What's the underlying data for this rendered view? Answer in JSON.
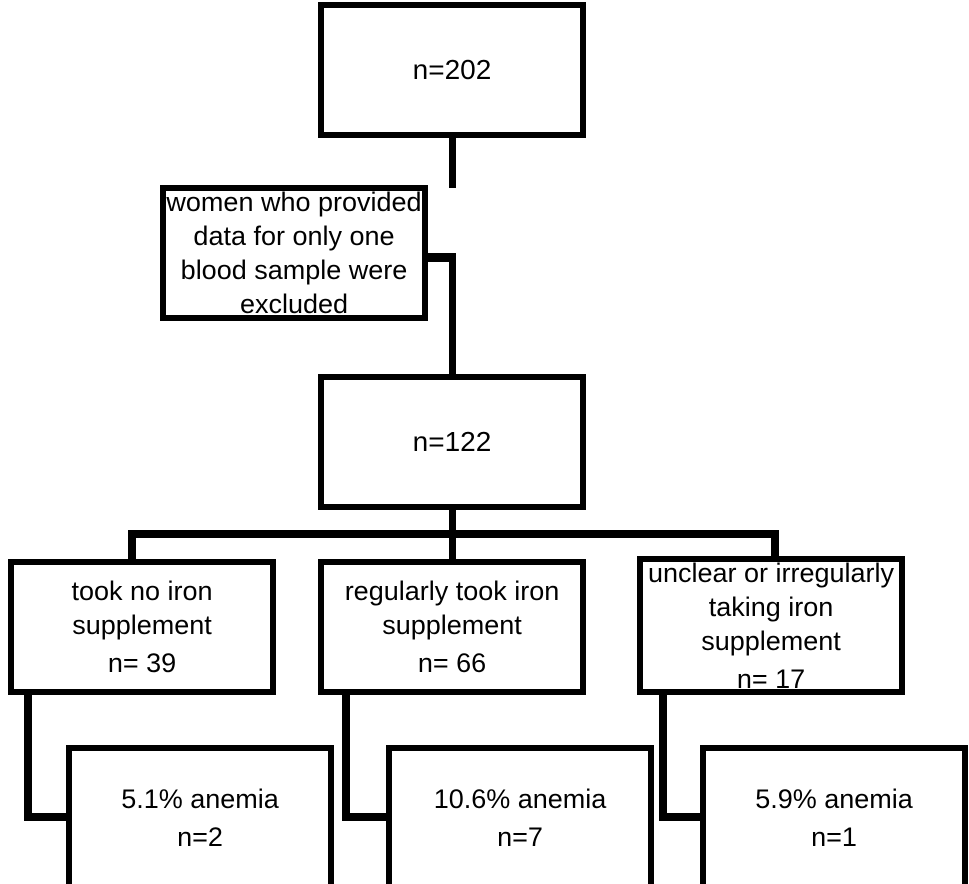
{
  "chart_data": {
    "type": "diagram",
    "subtype": "flowchart",
    "title": "",
    "orientation": "top-down",
    "nodes": [
      {
        "id": "total",
        "lines": [
          "n=202"
        ],
        "level": 0
      },
      {
        "id": "excluded",
        "lines": [
          "women who provided",
          "data for only one",
          "blood sample were",
          "excluded"
        ],
        "level": 1
      },
      {
        "id": "included",
        "lines": [
          "n=122"
        ],
        "level": 2
      },
      {
        "id": "no_iron",
        "lines": [
          "took no iron",
          "supplement"
        ],
        "count": "n= 39",
        "level": 3
      },
      {
        "id": "regular_iron",
        "lines": [
          "regularly took iron",
          "supplement"
        ],
        "count": "n= 66",
        "level": 3
      },
      {
        "id": "unclear_iron",
        "lines": [
          "unclear or irregularly",
          "taking iron",
          "supplement"
        ],
        "count": "n= 17",
        "level": 3
      },
      {
        "id": "anemia_no_iron",
        "lines": [
          "5.1% anemia"
        ],
        "count": "n=2",
        "level": 4
      },
      {
        "id": "anemia_regular_iron",
        "lines": [
          "10.6% anemia"
        ],
        "count": "n=7",
        "level": 4
      },
      {
        "id": "anemia_unclear_iron",
        "lines": [
          "5.9% anemia"
        ],
        "count": "n=1",
        "level": 4
      }
    ],
    "edges": [
      {
        "from": "total",
        "to": "included",
        "style": "straight"
      },
      {
        "from": "total",
        "to": "excluded",
        "style": "side-branch"
      },
      {
        "from": "included",
        "to": "no_iron",
        "style": "split"
      },
      {
        "from": "included",
        "to": "regular_iron",
        "style": "split"
      },
      {
        "from": "included",
        "to": "unclear_iron",
        "style": "split"
      },
      {
        "from": "no_iron",
        "to": "anemia_no_iron",
        "style": "elbow"
      },
      {
        "from": "regular_iron",
        "to": "anemia_regular_iron",
        "style": "elbow"
      },
      {
        "from": "unclear_iron",
        "to": "anemia_unclear_iron",
        "style": "elbow"
      }
    ],
    "colors": {
      "stroke": "#000000",
      "fill": "#ffffff",
      "text": "#000000"
    }
  },
  "nodes": {
    "total": {
      "value": "n=202"
    },
    "excluded": {
      "line1": "women who provided",
      "line2": "data for only one",
      "line3": "blood sample were",
      "line4": "excluded"
    },
    "included": {
      "value": "n=122"
    },
    "no_iron": {
      "line1": "took no iron",
      "line2": "supplement",
      "count": "n= 39"
    },
    "regular_iron": {
      "line1": "regularly took iron",
      "line2": "supplement",
      "count": "n= 66"
    },
    "unclear_iron": {
      "line1": "unclear or irregularly",
      "line2": "taking iron",
      "line3": "supplement",
      "count": "n= 17"
    },
    "anemia_no_iron": {
      "rate": "5.1% anemia",
      "count": "n=2"
    },
    "anemia_regular_iron": {
      "rate": "10.6% anemia",
      "count": "n=7"
    },
    "anemia_unclear_iron": {
      "rate": "5.9% anemia",
      "count": "n=1"
    }
  }
}
